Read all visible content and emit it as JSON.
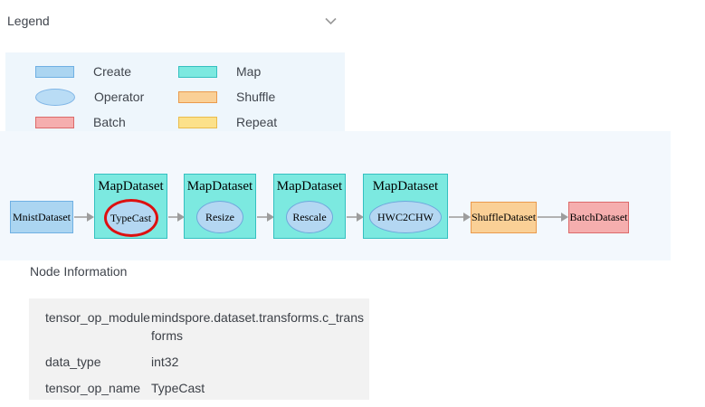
{
  "header": {
    "title": "Legend",
    "collapse_icon": "chevron-down-icon"
  },
  "legend": {
    "items": [
      {
        "label": "Create",
        "shape": "rect",
        "fill": "#abd5f1",
        "border": "#6fb0e3"
      },
      {
        "label": "Map",
        "shape": "rect",
        "fill": "#7ce9e0",
        "border": "#35c0c0"
      },
      {
        "label": "Operator",
        "shape": "ellipse",
        "fill": "#b9dcf5",
        "border": "#7fb5e6"
      },
      {
        "label": "Shuffle",
        "shape": "rect",
        "fill": "#fad096",
        "border": "#ea9a4d"
      },
      {
        "label": "Batch",
        "shape": "rect",
        "fill": "#f5aeae",
        "border": "#dc6a6a"
      },
      {
        "label": "Repeat",
        "shape": "rect",
        "fill": "#fce18a",
        "border": "#eabc4c"
      }
    ]
  },
  "graph": {
    "nodes": [
      {
        "id": "mnist",
        "label": "MnistDataset",
        "type": "create",
        "fill": "#abd5f1",
        "border": "#6fb0e3"
      },
      {
        "id": "map1",
        "label": "MapDataset",
        "type": "map",
        "operator": "TypeCast",
        "selected": true,
        "fill": "#7ce9e0",
        "border": "#35c0c0"
      },
      {
        "id": "map2",
        "label": "MapDataset",
        "type": "map",
        "operator": "Resize",
        "fill": "#7ce9e0",
        "border": "#35c0c0"
      },
      {
        "id": "map3",
        "label": "MapDataset",
        "type": "map",
        "operator": "Rescale",
        "fill": "#7ce9e0",
        "border": "#35c0c0"
      },
      {
        "id": "map4",
        "label": "MapDataset",
        "type": "map",
        "operator": "HWC2CHW",
        "fill": "#7ce9e0",
        "border": "#35c0c0"
      },
      {
        "id": "shuffle",
        "label": "ShuffleDataset",
        "type": "shuffle",
        "fill": "#fad096",
        "border": "#ea9a4d"
      },
      {
        "id": "batch",
        "label": "BatchDataset",
        "type": "batch",
        "fill": "#f5aeae",
        "border": "#dc6a6a"
      }
    ],
    "operator_style": {
      "fill": "#b4d7f2",
      "border": "#6ea8dc"
    },
    "edges": [
      {
        "from": "mnist",
        "to": "map1"
      },
      {
        "from": "map1",
        "to": "map2"
      },
      {
        "from": "map2",
        "to": "map3"
      },
      {
        "from": "map3",
        "to": "map4"
      },
      {
        "from": "map4",
        "to": "shuffle"
      },
      {
        "from": "shuffle",
        "to": "batch"
      }
    ]
  },
  "node_info": {
    "title": "Node Information",
    "rows": [
      {
        "key": "tensor_op_module",
        "value": "mindspore.dataset.transforms.c_transforms"
      },
      {
        "key": "data_type",
        "value": "int32"
      },
      {
        "key": "tensor_op_name",
        "value": "TypeCast"
      }
    ]
  },
  "colors": {
    "legend_panel_bg": "#eef6fc",
    "graph_panel_bg": "#f3f8fd",
    "selection_ring": "#dd1010",
    "edge": "#b2b2b2",
    "table_bg": "#f2f2f2",
    "text": "#40454d",
    "chevron": "#999999"
  }
}
